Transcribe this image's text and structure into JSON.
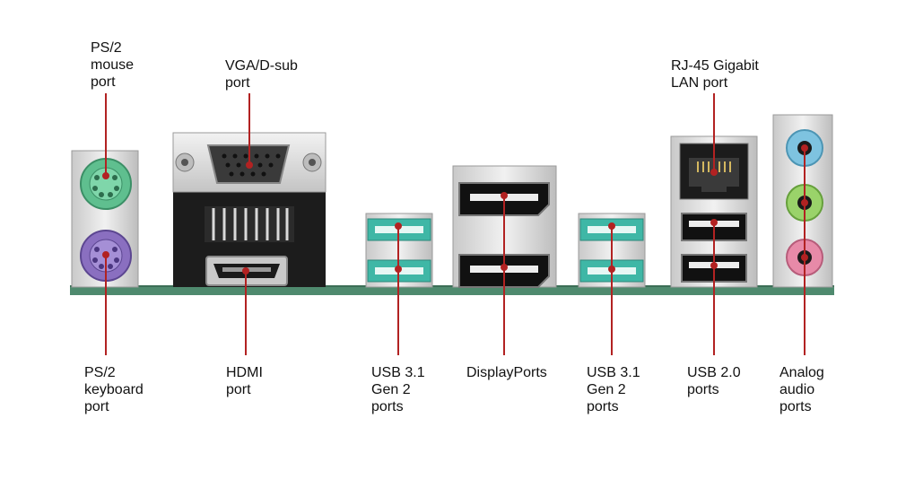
{
  "labels": {
    "ps2_mouse": "PS/2\nmouse\nport",
    "vga": "VGA/D-sub\nport",
    "rj45": "RJ-45 Gigabit\nLAN port",
    "ps2_keyboard": "PS/2\nkeyboard\nport",
    "hdmi": "HDMI\nport",
    "usb31_left": "USB 3.1\nGen 2\nports",
    "displayports": "DisplayPorts",
    "usb31_right": "USB 3.1\nGen 2\nports",
    "usb20": "USB 2.0\nports",
    "audio": "Analog\naudio\nports"
  },
  "colors": {
    "pointer": "#b22222",
    "board": "#4f8a6e",
    "ps2_mouse": "#5fbf8f",
    "ps2_keyboard": "#8a6fc0",
    "usb3": "#3fb7a6",
    "audio_blue": "#7ec3e0",
    "audio_green": "#9ad36a",
    "audio_pink": "#e78aa8",
    "metal": "#dcdcdc",
    "dark": "#1c1c1c"
  }
}
